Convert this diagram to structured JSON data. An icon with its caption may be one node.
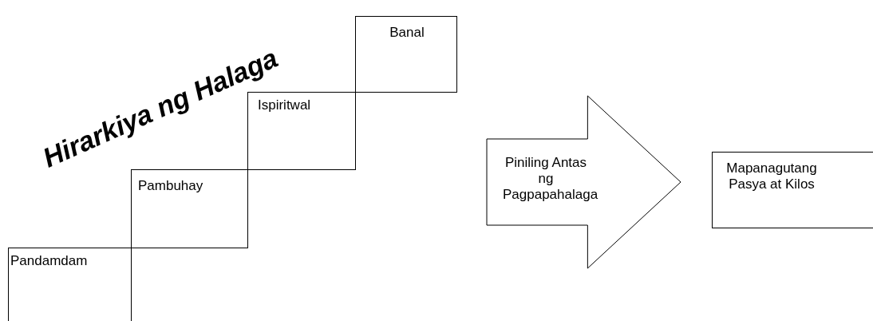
{
  "diagram": {
    "title": "Hirarkiya ng Halaga",
    "nodes": [
      {
        "text": [
          "Pandamdam"
        ]
      },
      {
        "text": [
          "Pambuhay"
        ]
      },
      {
        "text": [
          "Ispiritwal"
        ]
      },
      {
        "text": [
          "Banal"
        ]
      },
      {
        "text": [
          "Mapanagutang Pasya at Kilos"
        ]
      }
    ],
    "edges": [
      {
        "from": 3,
        "to": 4,
        "arrow": "to",
        "label": "Piniling Antas ng Pagpapahalaga"
      }
    ]
  }
}
